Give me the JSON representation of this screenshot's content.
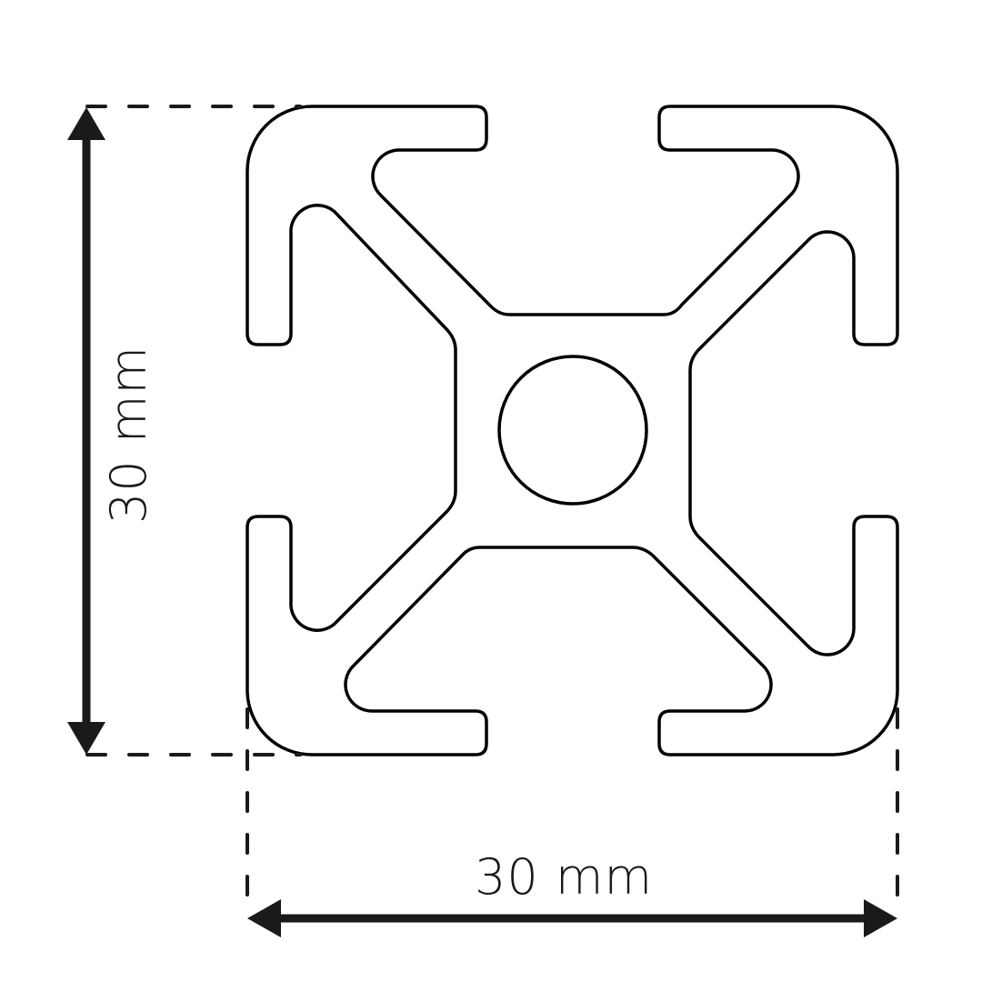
{
  "diagram": {
    "type": "technical-drawing",
    "subject": "aluminium T-slot profile cross-section",
    "colors": {
      "line": "#000000",
      "dimension": "#1a1a1a",
      "background": "#ffffff"
    },
    "dimensions": {
      "width": {
        "label": "30 mm",
        "value": 30,
        "unit": "mm",
        "orientation": "horizontal"
      },
      "height": {
        "label": "30 mm",
        "value": 30,
        "unit": "mm",
        "orientation": "vertical"
      }
    },
    "features": {
      "slots": 4,
      "center_bore": "circle"
    }
  }
}
